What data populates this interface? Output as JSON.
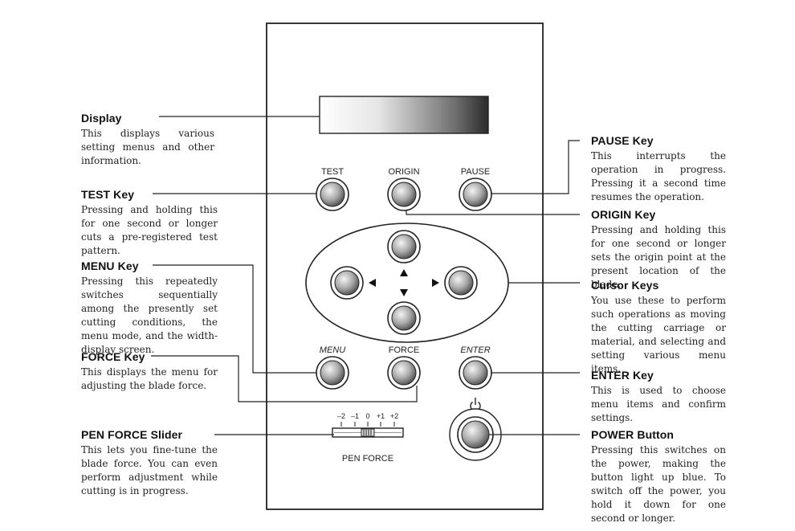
{
  "panel": {
    "key_labels": {
      "test": "TEST",
      "origin": "ORIGIN",
      "pause": "PAUSE",
      "menu": "MENU",
      "force": "FORCE",
      "enter": "ENTER"
    },
    "pen_force_slider": {
      "label": "PEN FORCE",
      "scale": [
        "–2",
        "–1",
        "0",
        "+1",
        "+2"
      ],
      "value": 0
    },
    "icons": {
      "power": "power-symbol-icon",
      "cursor_up": "arrow-up-icon",
      "cursor_down": "arrow-down-icon",
      "cursor_left": "arrow-left-icon",
      "cursor_right": "arrow-right-icon"
    }
  },
  "callouts": {
    "display": {
      "title": "Display",
      "text": "This displays various setting menus and other information."
    },
    "test": {
      "title": "TEST Key",
      "text": "Pressing and holding this for one second or longer cuts a pre-registered test pattern."
    },
    "menu": {
      "title": "MENU Key",
      "text": "Pressing this repeatedly switches sequentially among the presently set cutting conditions, the menu mode, and the width-display screen."
    },
    "force": {
      "title": "FORCE Key",
      "text": "This displays the menu for adjusting the blade force."
    },
    "pen_force": {
      "title": "PEN FORCE Slider",
      "text": "This lets you fine-tune the blade force. You can even perform adjustment while cutting is in progress."
    },
    "pause": {
      "title": "PAUSE Key",
      "text": "This interrupts the operation in progress. Pressing it a second time resumes the operation."
    },
    "origin": {
      "title": "ORIGIN Key",
      "text": "Pressing and holding this for one second or longer sets the origin point at the present location of the blade."
    },
    "cursor": {
      "title": "Cursor Keys",
      "text": "You use these to perform such operations as moving the cutting carriage or material, and selecting and setting various menu items."
    },
    "enter": {
      "title": "ENTER Key",
      "text": "This is used to choose menu items and confirm settings."
    },
    "power": {
      "title": "POWER Button",
      "text": "Pressing this switches on the power, making the button light up blue. To switch off the power, you hold it down for one second or longer."
    }
  }
}
